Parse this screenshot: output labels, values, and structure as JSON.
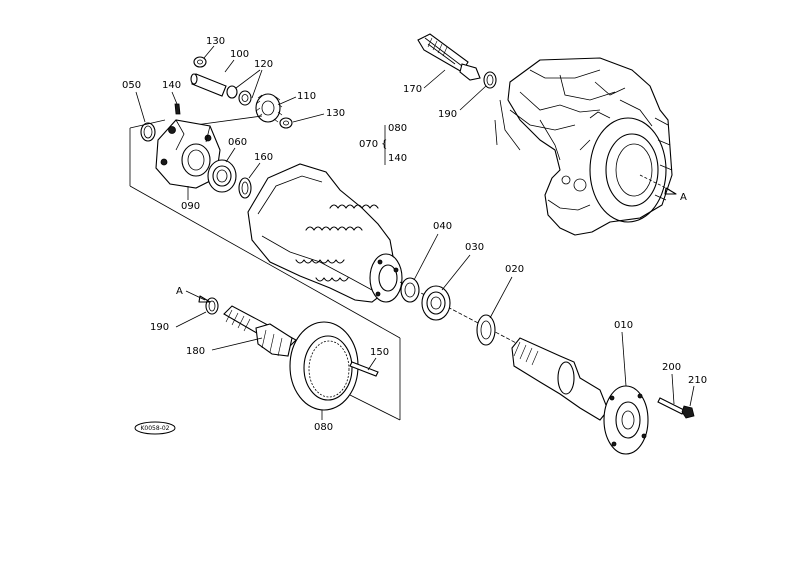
{
  "diagram": {
    "part_labels": {
      "p010": "010",
      "p020": "020",
      "p030": "030",
      "p040": "040",
      "p050": "050",
      "p060": "060",
      "p070": "070",
      "p080_top": "080",
      "p080_bottom": "080",
      "p090": "090",
      "p100": "100",
      "p110": "110",
      "p120": "120",
      "p130_top": "130",
      "p130_right": "130",
      "p140_left": "140",
      "p140_group": "140",
      "p150": "150",
      "p160": "160",
      "p170": "170",
      "p180": "180",
      "p190_top": "190",
      "p190_bottom": "190",
      "p200": "200",
      "p210": "210"
    },
    "callout_top": "A",
    "callout_bottom": "A",
    "reference_code": "K0058-02",
    "group_bracket": "{"
  }
}
